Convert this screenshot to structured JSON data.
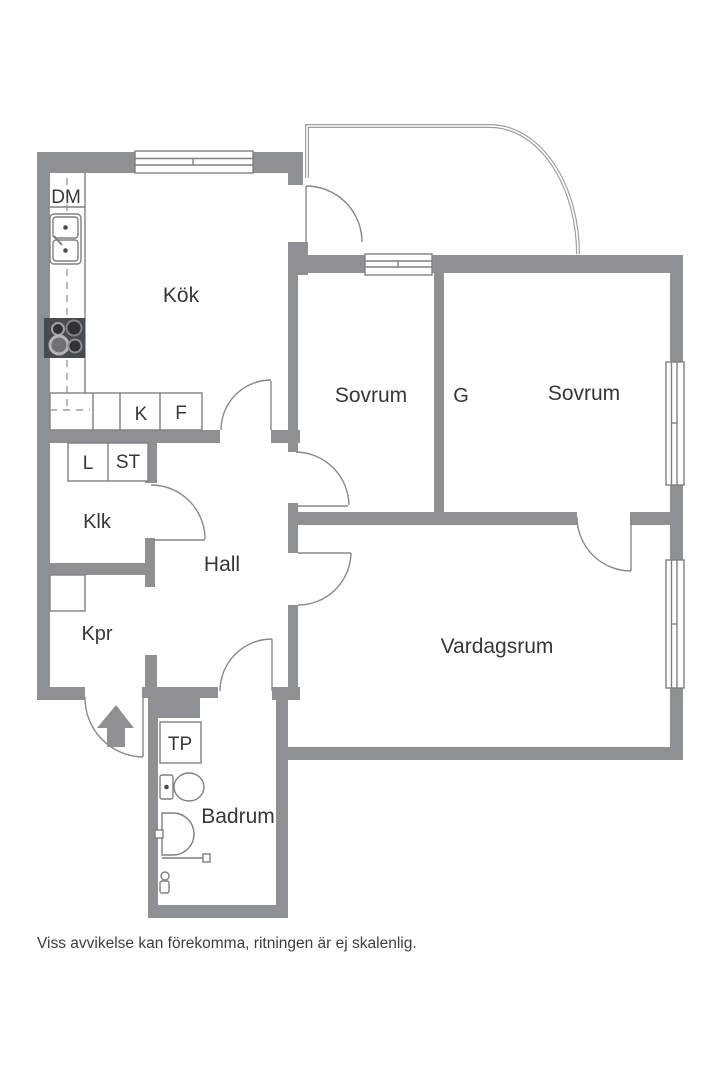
{
  "floorplan": {
    "rooms": {
      "kitchen": "Kök",
      "bedroom1": "Sovrum",
      "closet_g": "G",
      "bedroom2": "Sovrum",
      "living_room": "Vardagsrum",
      "hall": "Hall",
      "klk": "Klk",
      "kpr": "Kpr",
      "bathroom": "Badrum"
    },
    "fixtures": {
      "dishwasher": "DM",
      "fridge": "K",
      "freezer": "F",
      "linen_closet": "L",
      "cleaning_closet": "ST",
      "dryer": "TP"
    },
    "icons": [
      "sink-icon",
      "stove-icon",
      "toilet-icon",
      "washbasin-icon",
      "shower-icon",
      "entrance-arrow-icon",
      "window",
      "door-arc"
    ],
    "footer": "Viss avvikelse kan förekomma, ritningen är ej skalenlig.",
    "colors": {
      "wall": "#8d9194",
      "thin_line": "#7d8184",
      "door_line": "#85898c",
      "balcony_line": "#9ba0a3",
      "text": "#34383b",
      "footer_text": "#3a3e41",
      "stove_dark": "#474b4e",
      "background": "#ffffff"
    }
  }
}
